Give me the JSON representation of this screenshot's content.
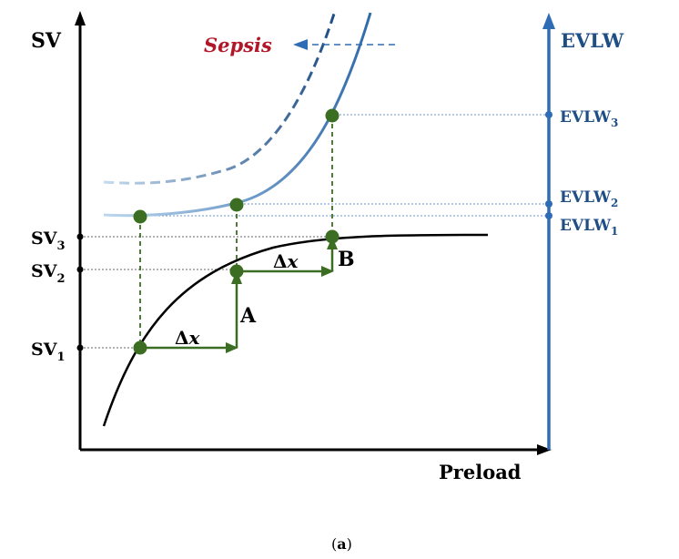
{
  "labels": {
    "sv_axis": "SV",
    "evlw_axis": "EVLW",
    "preload_axis": "Preload",
    "sepsis": "Sepsis",
    "sv1": {
      "base": "SV",
      "sub": "1"
    },
    "sv2": {
      "base": "SV",
      "sub": "2"
    },
    "sv3": {
      "base": "SV",
      "sub": "3"
    },
    "evlw1": {
      "base": "EVLW",
      "sub": "1"
    },
    "evlw2": {
      "base": "EVLW",
      "sub": "2"
    },
    "evlw3": {
      "base": "EVLW",
      "sub": "3"
    },
    "delta_x_1": {
      "delta": "Δ",
      "var": "x"
    },
    "delta_x_2": {
      "delta": "Δ",
      "var": "x"
    },
    "point_a": "A",
    "point_b": "B",
    "caption_open": "(",
    "caption_letter": "a",
    "caption_close": ")"
  },
  "colors": {
    "axis_black": "#000000",
    "evlw_blue": "#2e6db5",
    "curve_dark_blue": "#1f4e85",
    "curve_light_blue": "#9dc3e6",
    "green": "#3b6e22",
    "sepsis_red": "#b0182a",
    "guide_gray": "#666666"
  }
}
